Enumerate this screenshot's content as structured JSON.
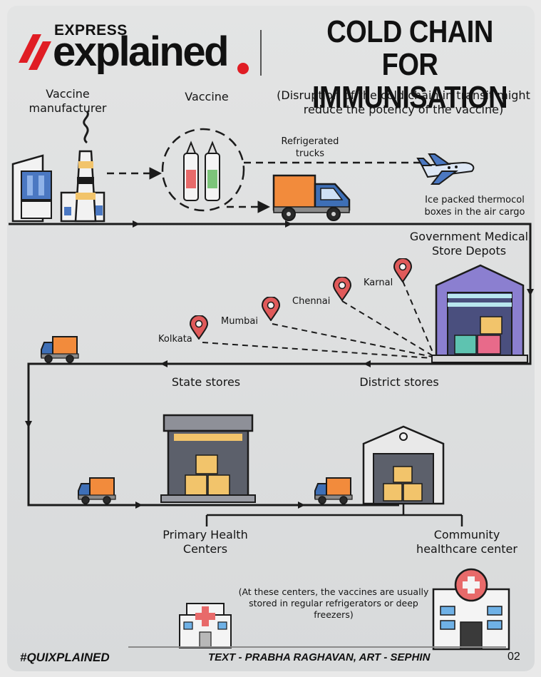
{
  "brand": {
    "express": "EXPRESS",
    "explained": "explained",
    "accent": "#e01d24"
  },
  "title": "COLD CHAIN FOR IMMUNISATION",
  "nodes": {
    "vaccine_manufacturer": "Vaccine manufacturer",
    "vaccine": "Vaccine",
    "disruption_note": "(Disruption of the cold chain in transit might reduce the potency of the vaccine)",
    "refrigerated_trucks": "Refrigerated trucks",
    "air_cargo": "Ice packed thermocol boxes in the air cargo",
    "gmsd": "Government Medical Store Depots",
    "state_stores": "State stores",
    "district_stores": "District stores",
    "phc": "Primary Health Centers",
    "chc": "Community healthcare center",
    "centers_note": "(At these centers, the vaccines are usually stored in regular refrigerators or deep freezers)"
  },
  "depot_cities": [
    "Kolkata",
    "Mumbai",
    "Chennai",
    "Karnal"
  ],
  "footer": {
    "hashtag": "#QUIXPLAINED",
    "credits": "TEXT - PRABHA RAGHAVAN, ART - SEPHIN",
    "page": "02"
  },
  "colors": {
    "line": "#1b1b1b",
    "truck_orange": "#f28b3c",
    "truck_blue": "#3e6fb6",
    "depot_purple": "#8b7fd0",
    "box_tan": "#f2c46b",
    "pin_red": "#e05a5a"
  }
}
